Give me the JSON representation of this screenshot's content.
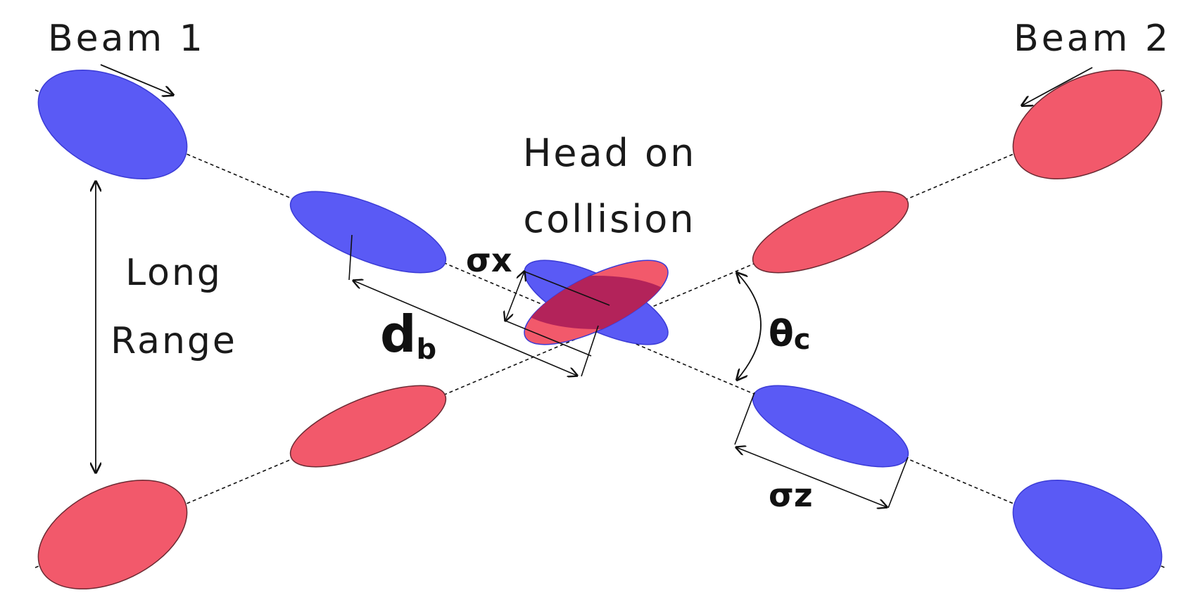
{
  "labels": {
    "beam1": "Beam 1",
    "beam2": "Beam 2",
    "head_on_line1": "Head on",
    "head_on_line2": "collision",
    "long_line1": "Long",
    "long_line2": "Range",
    "d_main": "d",
    "d_sub": "b",
    "sigma_x": "σx",
    "sigma_z": "σz",
    "theta_main": "θ",
    "theta_sub": "c"
  },
  "colors": {
    "beam1": "#5a5af5",
    "beam1_stroke": "#3b3bd6",
    "beam2": "#f2596b",
    "beam2_stroke": "#6b2a33",
    "overlap": "#b3235a",
    "lines": "#111111"
  }
}
